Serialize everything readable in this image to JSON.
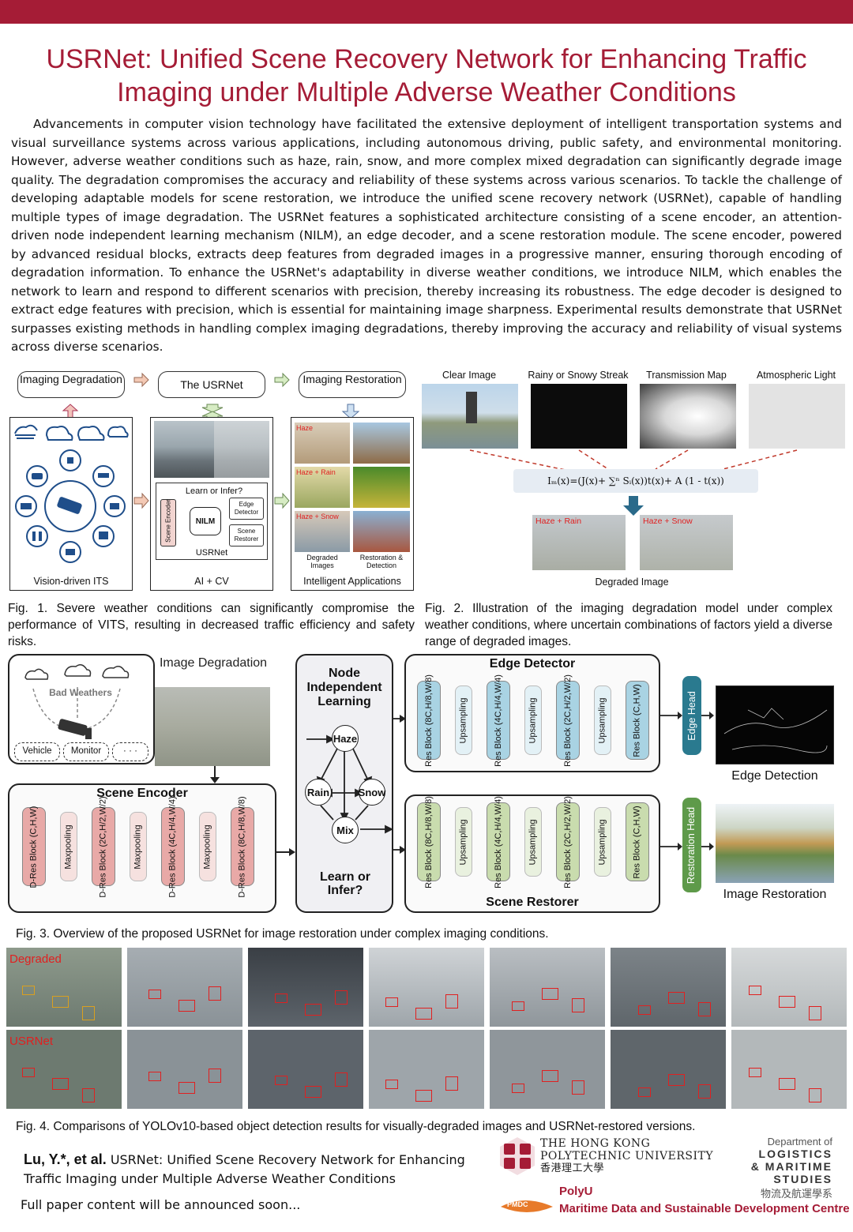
{
  "title": "USRNet: Unified Scene Recovery Network for Enhancing Traffic Imaging under Multiple Adverse Weather Conditions",
  "abstract": "Advancements in computer vision technology have facilitated the extensive deployment of intelligent transportation systems and visual surveillance systems across various applications, including autonomous driving, public safety, and environmental monitoring. However, adverse weather conditions such as haze, rain, snow, and more complex mixed degradation can significantly degrade image quality. The degradation compromises the accuracy and reliability of these systems across various scenarios. To tackle the challenge of developing adaptable models for scene restoration, we introduce the unified scene recovery network (USRNet), capable of handling multiple types of image degradation. The USRNet features a sophisticated architecture consisting of a scene encoder, an attention-driven node independent learning mechanism (NILM), an edge decoder, and a scene restoration module. The scene encoder, powered by advanced residual blocks, extracts deep features from degraded images in a progressive manner, ensuring thorough encoding of degradation information. To enhance the USRNet's adaptability in diverse weather conditions, we introduce NILM, which enables the network to learn and respond to different scenarios with precision, thereby increasing its robustness. The edge decoder is designed to extract edge features with precision, which is essential for maintaining image sharpness. Experimental results demonstrate that USRNet surpasses existing methods in handling complex imaging degradations, thereby improving the accuracy and reliability of visual systems across diverse scenarios.",
  "fig1": {
    "top_boxes": [
      "Imaging Degradation",
      "The USRNet",
      "Imaging Restoration"
    ],
    "panel_labels": [
      "Vision-driven ITS",
      "AI + CV",
      "Intelligent Applications"
    ],
    "learn_or_infer": "Learn or Infer?",
    "scene_encoder": "Scene Encoder",
    "nilm": "NILM",
    "edge_detector": "Edge Detector",
    "scene_restorer": "Scene Restorer",
    "usrnet": "USRNet",
    "haze": "Haze",
    "haze_rain": "Haze + Rain",
    "haze_snow": "Haze + Snow",
    "degraded_images": "Degraded Images",
    "restoration_detection": "Restoration & Detection",
    "caption": "Fig. 1. Severe weather conditions can significantly compromise the performance of VITS, resulting in decreased traffic efficiency and safety risks."
  },
  "fig2": {
    "labels": [
      "Clear Image",
      "Rainy or Snowy Streak",
      "Transmission Map",
      "Atmospheric Light"
    ],
    "formula": "Iₘ(x)=(J(x)+ ∑ⁿ Sᵢ(x))t(x)+ A (1 - t(x))",
    "haze_rain": "Haze + Rain",
    "haze_snow": "Haze + Snow",
    "degraded_image": "Degraded Image",
    "caption": "Fig. 2. Illustration of the imaging degradation model under complex weather conditions, where uncertain combinations of factors yield a diverse range of degraded images."
  },
  "fig3": {
    "bad_weathers": "Bad Weathers",
    "vehicle": "Vehicle",
    "monitor": "Monitor",
    "dots": "· · ·",
    "image_degradation": "Image Degradation",
    "scene_encoder_title": "Scene Encoder",
    "encoder_blocks": [
      "D-Res Block (C,H,W)",
      "Maxpooling",
      "D-Res Block (2C,H/2,W/2)",
      "Maxpooling",
      "D-Res Block (4C,H/4,W/4)",
      "Maxpooling",
      "D-Res Block (8C,H/8,W/8)"
    ],
    "nil_title": "Node Independent Learning",
    "nodes": [
      "Haze",
      "Rain",
      "Snow",
      "Mix"
    ],
    "learn_or_infer": "Learn or Infer?",
    "edge_detector_title": "Edge Detector",
    "scene_restorer_title": "Scene Restorer",
    "decoder_blocks": [
      "Res Block (8C,H/8,W/8)",
      "Upsampling",
      "Res Block (4C,H/4,W/4)",
      "Upsampling",
      "Res Block (2C,H/2,W/2)",
      "Upsampling",
      "Res Block (C,H,W)"
    ],
    "edge_head": "Edge Head",
    "restoration_head": "Restoration Head",
    "edge_detection": "Edge Detection",
    "image_restoration": "Image Restoration",
    "caption": "Fig. 3. Overview of the proposed USRNet for image restoration under complex imaging conditions."
  },
  "fig4": {
    "row_labels": [
      "Degraded",
      "USRNet"
    ],
    "caption": "Fig. 4. Comparisons of YOLOv10-based object detection results for visually-degraded images and USRNet-restored versions."
  },
  "footer": {
    "authors": "Lu, Y.*, et al.",
    "ref_title": "USRNet: Unified Scene Recovery Network for Enhancing Traffic Imaging under Multiple Adverse Weather Conditions",
    "note": "Full paper content will be announced soon...",
    "polyu_name_1": "THE HONG KONG",
    "polyu_name_2": "POLYTECHNIC UNIVERSITY",
    "polyu_cn": "香港理工大學",
    "dept_1": "Department of",
    "dept_2": "LOGISTICS",
    "dept_3": "& MARITIME",
    "dept_4": "STUDIES",
    "dept_cn": "物流及航運學系",
    "pmdc_badge": "PMDC",
    "polyu_short": "PolyU",
    "centre": "Maritime Data and Sustainable Development Centre"
  },
  "colors": {
    "brand": "#a51c36",
    "encoder_block": "#e8a9a7",
    "edge_block": "#a9d3e3",
    "restorer_block": "#c9dcae",
    "edge_head": "#2a7a8f",
    "restoration_head": "#5e9a4a"
  }
}
